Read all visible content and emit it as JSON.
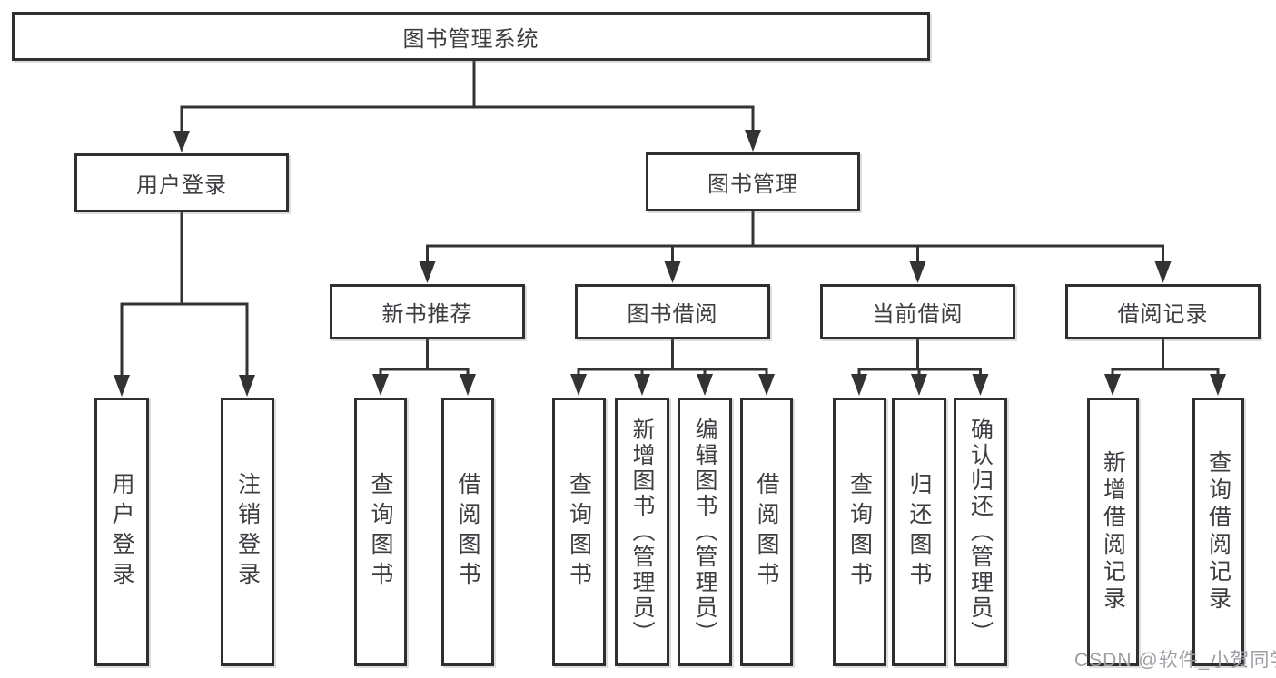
{
  "diagram": {
    "root": {
      "label": "图书管理系统",
      "children": [
        {
          "label": "用户登录",
          "children": [
            {
              "label": "用户登录"
            },
            {
              "label": "注销登录"
            }
          ]
        },
        {
          "label": "图书管理",
          "children": [
            {
              "label": "新书推荐",
              "children": [
                {
                  "label": "查询图书"
                },
                {
                  "label": "借阅图书"
                }
              ]
            },
            {
              "label": "图书借阅",
              "children": [
                {
                  "label": "查询图书"
                },
                {
                  "label": "新增图书（管理员）"
                },
                {
                  "label": "编辑图书（管理员）"
                },
                {
                  "label": "借阅图书"
                }
              ]
            },
            {
              "label": "当前借阅",
              "children": [
                {
                  "label": "查询图书"
                },
                {
                  "label": "归还图书"
                },
                {
                  "label": "确认归还（管理员）"
                }
              ]
            },
            {
              "label": "借阅记录",
              "children": [
                {
                  "label": "新增借阅记录"
                },
                {
                  "label": "查询借阅记录"
                }
              ]
            }
          ]
        }
      ]
    }
  },
  "watermark": {
    "text": "CSDN @软件_小贺同学"
  },
  "colors": {
    "line": "#333333",
    "border": "#2f2f2f",
    "text": "#3d3d42",
    "background": "#ffffff",
    "watermark": "#9b9ea3"
  }
}
